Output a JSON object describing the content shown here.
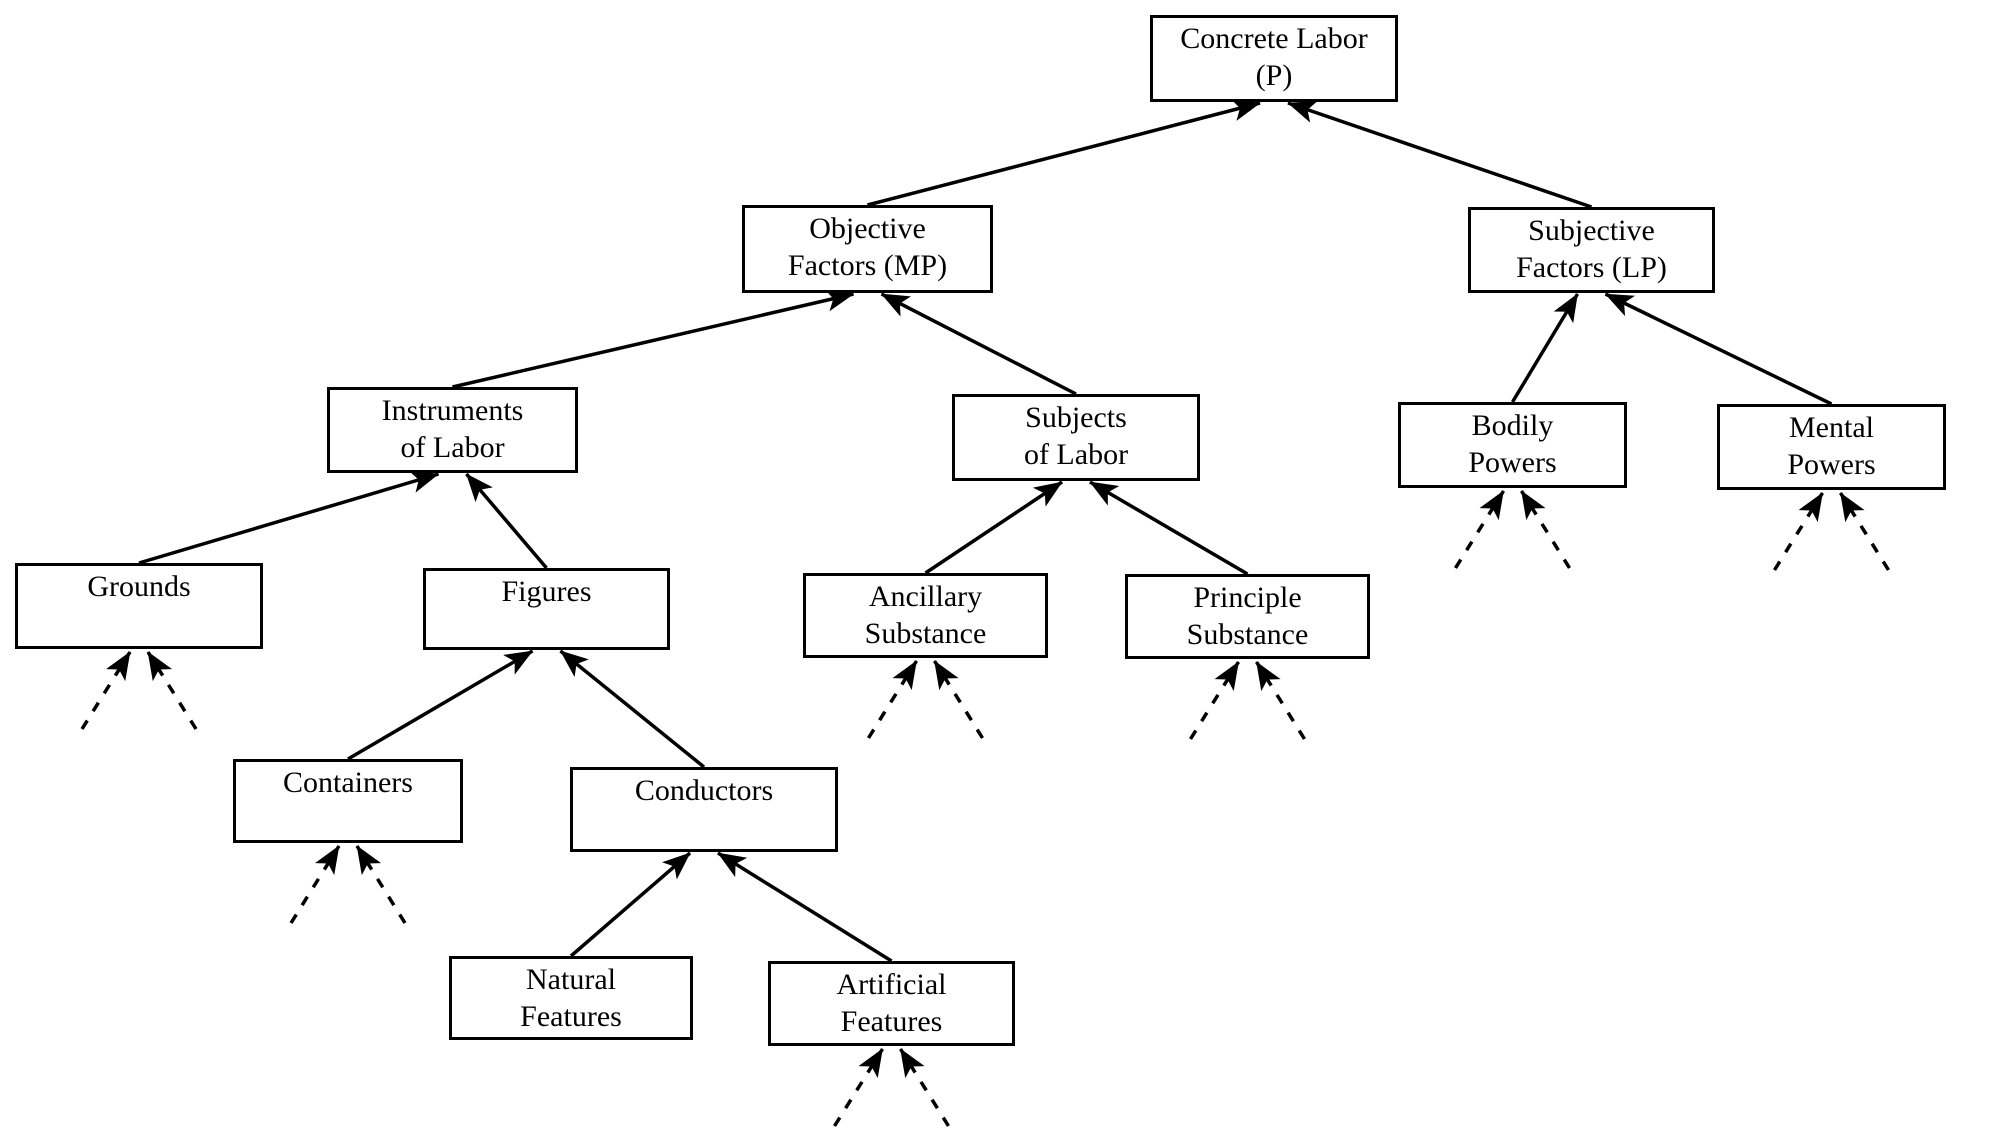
{
  "canvas": {
    "background_color": "#ffffff",
    "line_color": "#000000",
    "box_border_color": "#000000",
    "text_color": "#000000"
  },
  "nodes": {
    "concrete_labor": {
      "line1": "Concrete Labor",
      "line2": "(P)"
    },
    "objective_factors": {
      "line1": "Objective",
      "line2": "Factors (MP)"
    },
    "subjective_factors": {
      "line1": "Subjective",
      "line2": "Factors (LP)"
    },
    "instruments_of_labor": {
      "line1": "Instruments",
      "line2": "of Labor"
    },
    "subjects_of_labor": {
      "line1": "Subjects",
      "line2": "of Labor"
    },
    "bodily_powers": {
      "line1": "Bodily",
      "line2": "Powers"
    },
    "mental_powers": {
      "line1": "Mental",
      "line2": "Powers"
    },
    "grounds": {
      "line1": "Grounds"
    },
    "figures": {
      "line1": "Figures"
    },
    "ancillary_substance": {
      "line1": "Ancillary",
      "line2": "Substance"
    },
    "principle_substance": {
      "line1": "Principle",
      "line2": "Substance"
    },
    "containers": {
      "line1": "Containers"
    },
    "conductors": {
      "line1": "Conductors"
    },
    "natural_features": {
      "line1": "Natural",
      "line2": "Features"
    },
    "artificial_features": {
      "line1": "Artificial",
      "line2": "Features"
    }
  },
  "edges": [
    {
      "from": "objective_factors",
      "to": "concrete_labor"
    },
    {
      "from": "subjective_factors",
      "to": "concrete_labor"
    },
    {
      "from": "instruments_of_labor",
      "to": "objective_factors"
    },
    {
      "from": "subjects_of_labor",
      "to": "objective_factors"
    },
    {
      "from": "bodily_powers",
      "to": "subjective_factors"
    },
    {
      "from": "mental_powers",
      "to": "subjective_factors"
    },
    {
      "from": "grounds",
      "to": "instruments_of_labor"
    },
    {
      "from": "figures",
      "to": "instruments_of_labor"
    },
    {
      "from": "ancillary_substance",
      "to": "subjects_of_labor"
    },
    {
      "from": "principle_substance",
      "to": "subjects_of_labor"
    },
    {
      "from": "containers",
      "to": "figures"
    },
    {
      "from": "conductors",
      "to": "figures"
    },
    {
      "from": "natural_features",
      "to": "conductors"
    },
    {
      "from": "artificial_features",
      "to": "conductors"
    }
  ],
  "dashed_inputs": [
    "bodily_powers",
    "mental_powers",
    "grounds",
    "ancillary_substance",
    "principle_substance",
    "containers",
    "artificial_features"
  ]
}
